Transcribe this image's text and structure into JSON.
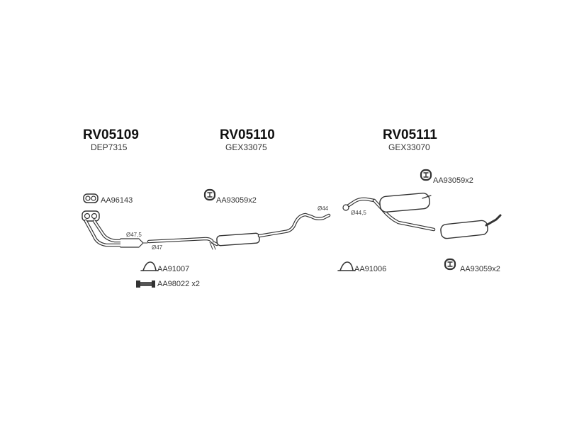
{
  "sections": [
    {
      "code": "RV05109",
      "ref": "DEP7315"
    },
    {
      "code": "RV05110",
      "ref": "GEX33075"
    },
    {
      "code": "RV05111",
      "ref": "GEX33070"
    }
  ],
  "parts": [
    {
      "label": "AA96143"
    },
    {
      "label": "AA93059x2"
    },
    {
      "label": "AA93059x2"
    },
    {
      "label": "AA91007"
    },
    {
      "label": "AA98022 x2"
    },
    {
      "label": "AA91006"
    },
    {
      "label": "AA93059x2"
    }
  ],
  "dimensions": [
    {
      "label": "Ø47,5"
    },
    {
      "label": "Ø47"
    },
    {
      "label": "Ø44"
    },
    {
      "label": "Ø44,5"
    }
  ]
}
